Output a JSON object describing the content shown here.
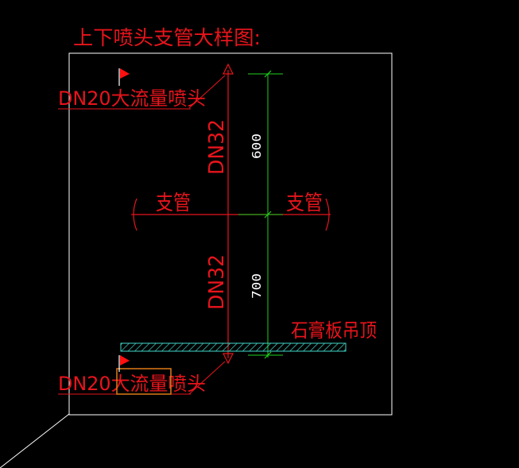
{
  "title": "上下喷头支管大样图:",
  "top_sprinkler_label": "DN20大流量喷头",
  "bottom_sprinkler_label": "DN20大流量喷头",
  "upper_pipe_label": "DN32",
  "lower_pipe_label": "DN32",
  "left_branch_label": "支管",
  "right_branch_label": "支管",
  "upper_dimension": "600",
  "lower_dimension": "700",
  "ceiling_label": "石膏板吊顶",
  "colors": {
    "background": "#000000",
    "annotation_red": "#e8141c",
    "dimension_green": "#1fd11f",
    "frame_white": "#ffffff",
    "ceiling_hatch": "#3fd6c8",
    "selection_orange": "#e07a18",
    "flag_red": "#ff1010"
  },
  "icons": [
    "flag-icon",
    "flag-icon"
  ]
}
